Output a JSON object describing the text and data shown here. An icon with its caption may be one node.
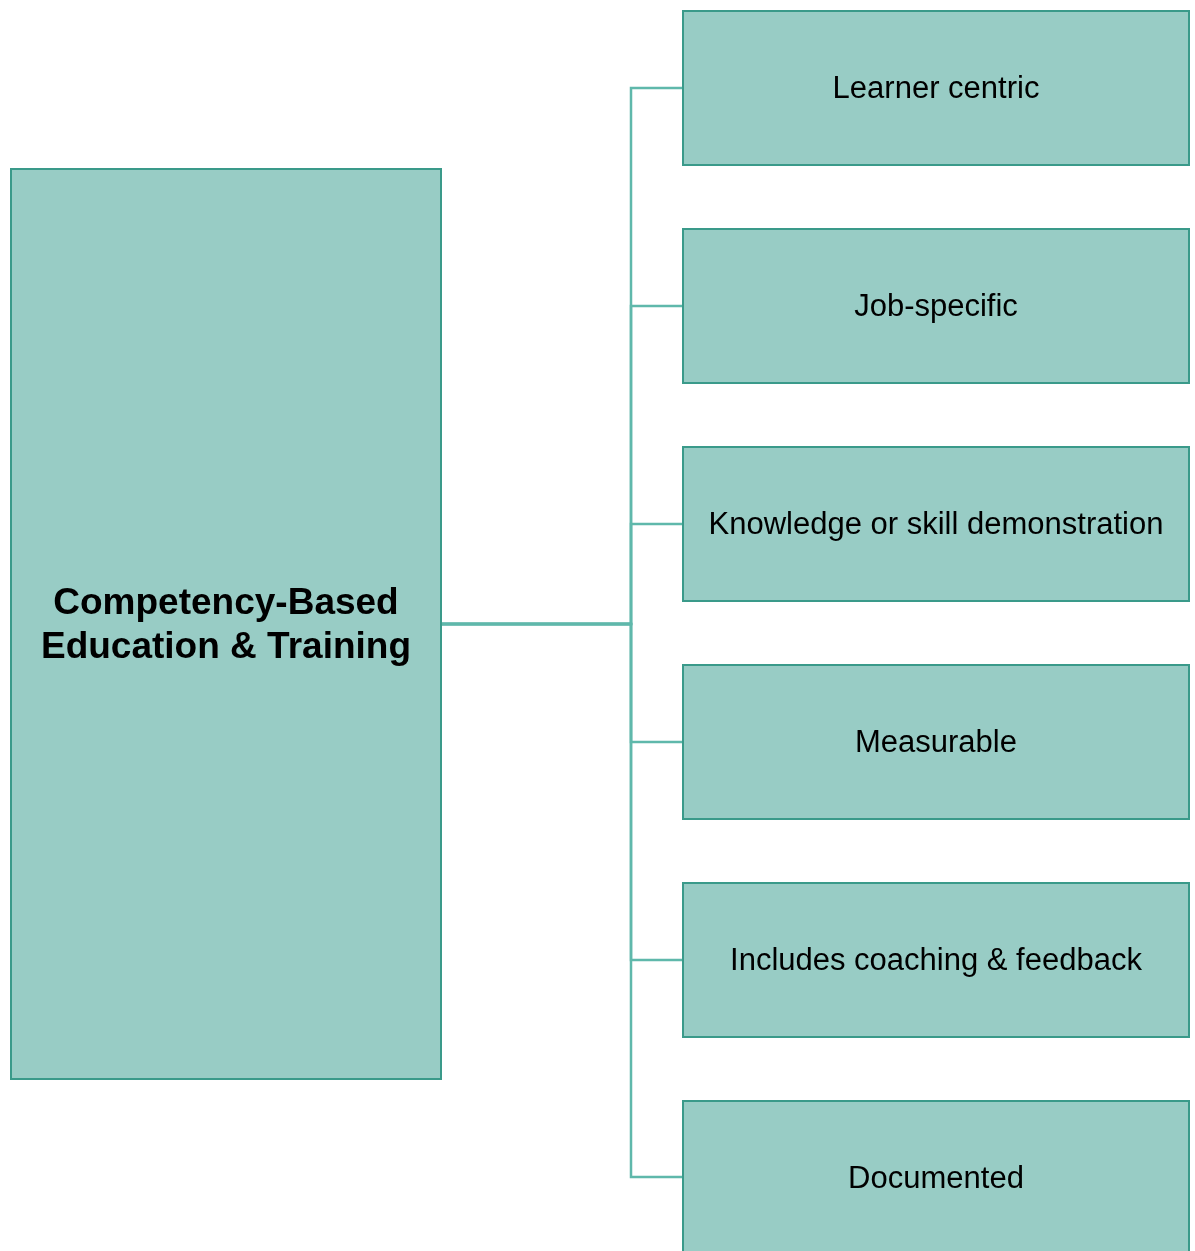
{
  "diagram": {
    "nodes": [
      {
        "text": [
          "Competency-Based Education & Training"
        ]
      },
      {
        "text": [
          "Learner centric"
        ]
      },
      {
        "text": [
          "Job-specific"
        ]
      },
      {
        "text": [
          "Knowledge or skill demonstration"
        ]
      },
      {
        "text": [
          "Measurable"
        ]
      },
      {
        "text": [
          "Includes coaching & feedback"
        ]
      },
      {
        "text": [
          "Documented"
        ]
      }
    ],
    "edges": [
      {
        "from": 0,
        "to": 1,
        "arrow": "none"
      },
      {
        "from": 0,
        "to": 2,
        "arrow": "none"
      },
      {
        "from": 0,
        "to": 3,
        "arrow": "none"
      },
      {
        "from": 0,
        "to": 4,
        "arrow": "none"
      },
      {
        "from": 0,
        "to": 5,
        "arrow": "none"
      },
      {
        "from": 0,
        "to": 6,
        "arrow": "none"
      }
    ]
  }
}
